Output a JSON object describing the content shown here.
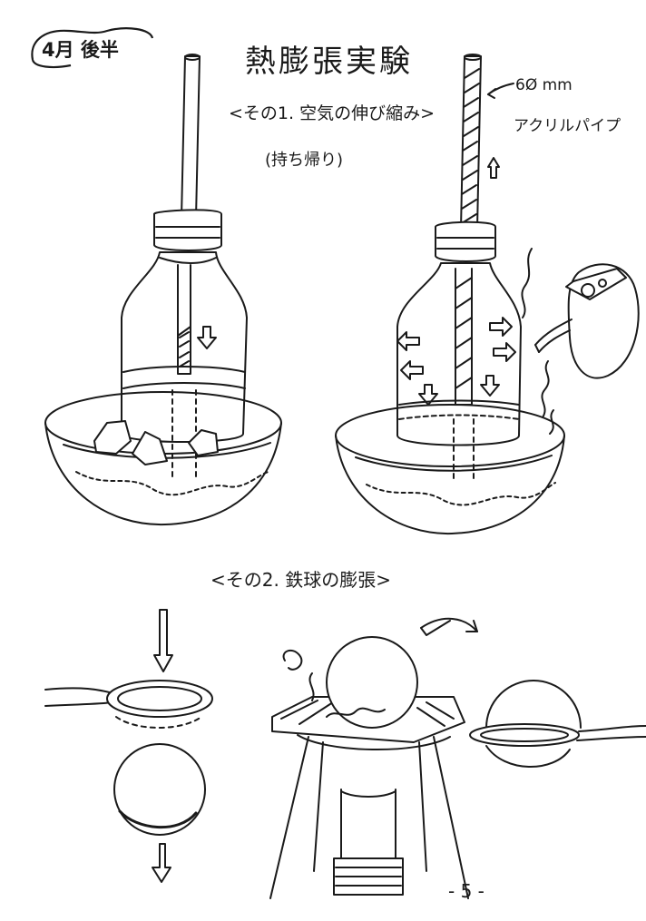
{
  "header": {
    "month_badge": "4月 後半",
    "title": "熱膨張実験"
  },
  "experiment1": {
    "subtitle": "<その1. 空気の伸び縮み>",
    "note": "(持ち帰り)",
    "pipe_size": "6Ø mm",
    "pipe_label": "アクリルパイプ"
  },
  "experiment2": {
    "subtitle": "<その2. 鉄球の膨張>"
  },
  "footer": {
    "page_number": "- 5 -"
  },
  "colors": {
    "ink": "#1a1a1a",
    "paper": "#ffffff"
  }
}
